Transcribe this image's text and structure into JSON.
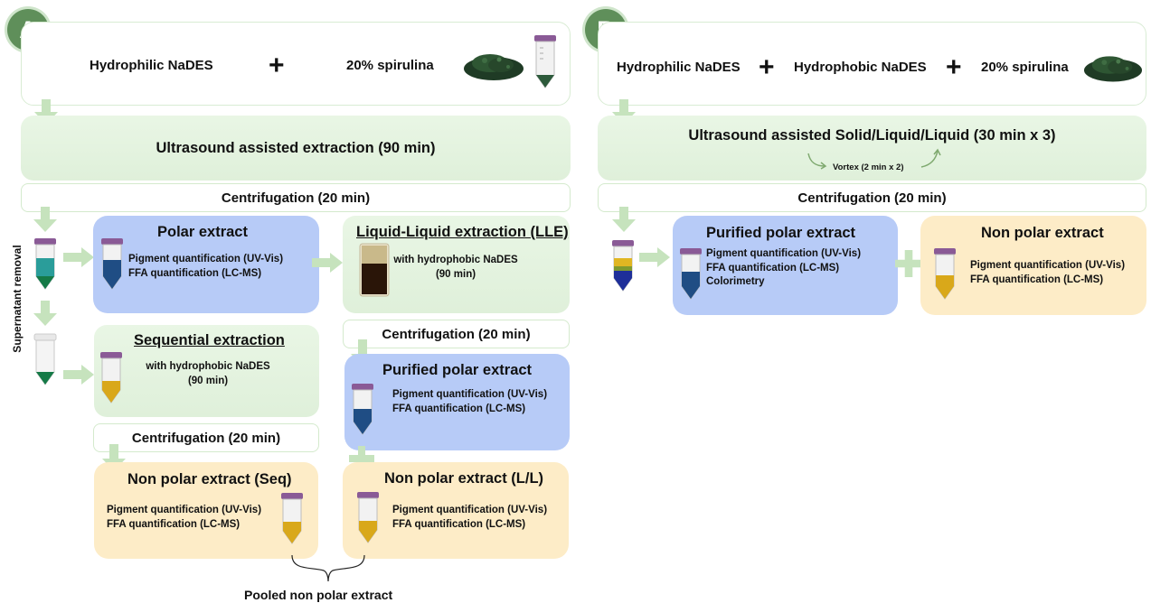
{
  "panel_a": {
    "badge": "A",
    "inputs": {
      "nades": "Hydrophilic NaDES",
      "plus": "+",
      "spirulina": "20% spirulina"
    },
    "uae": "Ultrasound assisted extraction (90 min)",
    "centrifugation_top": "Centrifugation (20 min)",
    "supernatant_label": "Supernatant removal",
    "polar": {
      "title": "Polar extract",
      "l1": "Pigment quantification (UV-Vis)",
      "l2": "FFA quantification (LC-MS)"
    },
    "lle": {
      "title": "Liquid-Liquid extraction (LLE)",
      "l1": "with hydrophobic NaDES",
      "l2": "(90 min)"
    },
    "centrifugation_lle": "Centrifugation (20 min)",
    "purified": {
      "title": "Purified polar extract",
      "l1": "Pigment quantification (UV-Vis)",
      "l2": "FFA quantification (LC-MS)"
    },
    "seq": {
      "title": "Sequential extraction",
      "l1": "with hydrophobic NaDES",
      "l2": "(90 min)"
    },
    "centrifugation_seq": "Centrifugation (20 min)",
    "nonpolar_seq": {
      "title": "Non polar extract (Seq)",
      "l1": "Pigment quantification (UV-Vis)",
      "l2": "FFA quantification (LC-MS)"
    },
    "nonpolar_ll": {
      "title": "Non polar extract (L/L)",
      "l1": "Pigment quantification (UV-Vis)",
      "l2": "FFA quantification (LC-MS)"
    },
    "pooled": "Pooled non polar extract"
  },
  "panel_b": {
    "badge": "B",
    "inputs": {
      "hydrophilic": "Hydrophilic NaDES",
      "plus": "+",
      "hydrophobic": "Hydrophobic NaDES",
      "spirulina": "20% spirulina"
    },
    "uae": "Ultrasound assisted Solid/Liquid/Liquid (30 min x 3)",
    "vortex": "Vortex (2 min x 2)",
    "centrifugation": "Centrifugation (20 min)",
    "purified": {
      "title": "Purified polar extract",
      "l1": "Pigment quantification (UV-Vis)",
      "l2": "FFA quantification (LC-MS)",
      "l3": "Colorimetry"
    },
    "nonpolar": {
      "title": "Non polar extract",
      "l1": "Pigment quantification (UV-Vis)",
      "l2": "FFA quantification (LC-MS)"
    }
  },
  "colors": {
    "badge": "#5f8f5a",
    "arrow": "#c6e3bd",
    "polar": "#b7cbf7",
    "nonpolar": "#fdecc7",
    "process": "#e3f3de",
    "cap": "#8a5a96"
  }
}
